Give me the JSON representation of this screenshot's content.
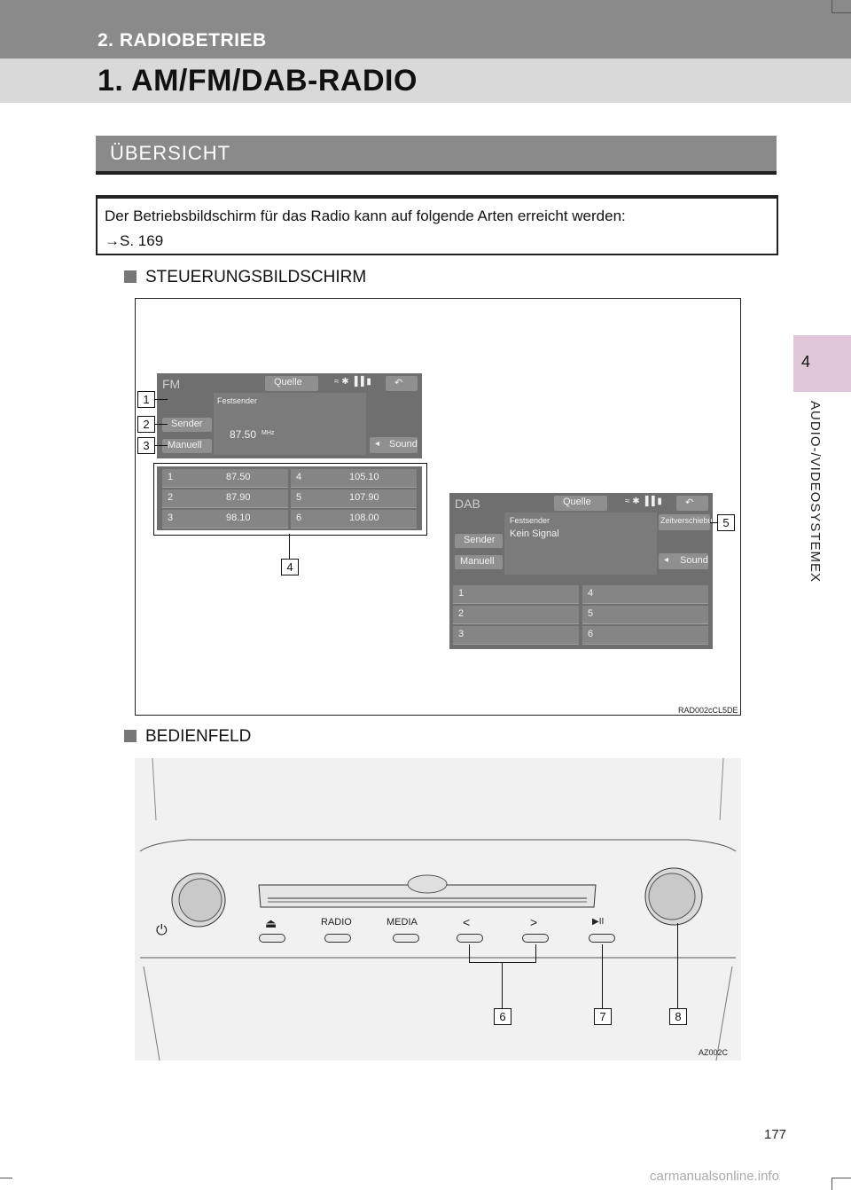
{
  "header": {
    "section": "2. RADIOBETRIEB",
    "chapter_title": "1. AM/FM/DAB-RADIO"
  },
  "side_tab": {
    "number": "4",
    "text": "AUDIO-/VIDEOSYSTEMEX"
  },
  "overview": {
    "heading": "ÜBERSICHT",
    "body_line1": "Der Betriebsbildschirm für das Radio kann auf folgende Arten erreicht werden:",
    "body_line2": "→S. 169"
  },
  "subsection1": "STEUERUNGSBILDSCHIRM",
  "subsection2": "BEDIENFELD",
  "fm_screen": {
    "mode": "FM",
    "source_btn": "Quelle",
    "preset_tab": "Festsender",
    "sender_btn": "Sender",
    "manual_btn": "Manuell",
    "frequency": "87.50",
    "unit": "MHz",
    "sound_btn": "Sound",
    "presets": [
      {
        "num": "1",
        "freq": "87.50"
      },
      {
        "num": "2",
        "freq": "87.90"
      },
      {
        "num": "3",
        "freq": "98.10"
      },
      {
        "num": "4",
        "freq": "105.10"
      },
      {
        "num": "5",
        "freq": "107.90"
      },
      {
        "num": "6",
        "freq": "108.00"
      }
    ]
  },
  "dab_screen": {
    "mode": "DAB",
    "source_btn": "Quelle",
    "preset_tab": "Festsender",
    "status": "Kein Signal",
    "timeshift_btn": "Zeitverschiebu",
    "sender_btn": "Sender",
    "manual_btn": "Manuell",
    "sound_btn": "Sound",
    "presets": [
      "1",
      "2",
      "3",
      "4",
      "5",
      "6"
    ]
  },
  "callouts": [
    "1",
    "2",
    "3",
    "4",
    "5",
    "6",
    "7",
    "8"
  ],
  "figure_codes": {
    "fig1": "RAD002cCL5DE",
    "fig2": "AZ002C"
  },
  "panel": {
    "power_symbol": "⏻",
    "eject": "⏏",
    "radio": "RADIO",
    "media": "MEDIA",
    "prev": "<",
    "next": ">",
    "play_pause": "▶II"
  },
  "page_number": "177",
  "footer_watermark": "carmanualsonline.info"
}
